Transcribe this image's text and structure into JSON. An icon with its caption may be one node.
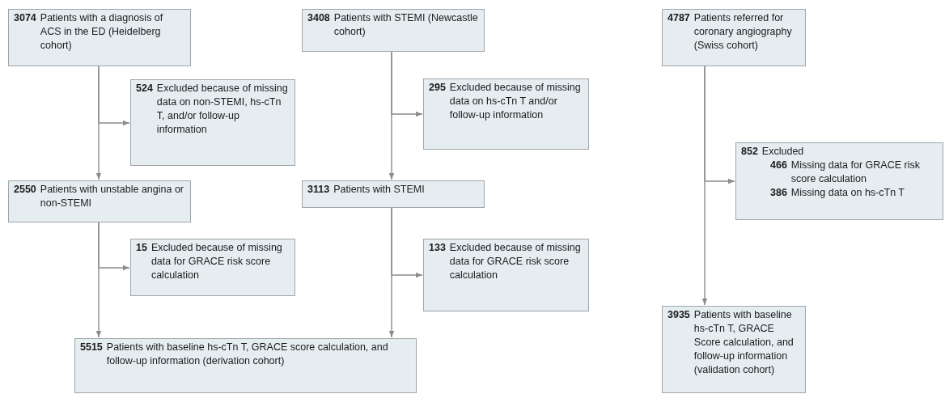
{
  "diagram": {
    "nodes": [
      {
        "text": [
          "3074",
          "Patients with a diagnosis of ACS in the ED (Heidelberg cohort)"
        ]
      },
      {
        "text": [
          "524",
          "Excluded because of missing data on non-STEMI, hs-cTn T, and/or follow-up information"
        ]
      },
      {
        "text": [
          "2550",
          "Patients with unstable angina or non-STEMI"
        ]
      },
      {
        "text": [
          "15",
          "Excluded because of missing data for GRACE risk score calculation"
        ]
      },
      {
        "text": [
          "3408",
          "Patients with STEMI (Newcastle cohort)"
        ]
      },
      {
        "text": [
          "295",
          "Excluded because of missing data on hs-cTn T and/or follow-up information"
        ]
      },
      {
        "text": [
          "3113",
          "Patients with STEMI"
        ]
      },
      {
        "text": [
          "133",
          "Excluded because of missing data for GRACE risk score calculation"
        ]
      },
      {
        "text": [
          "5515",
          "Patients with baseline hs-cTn T, GRACE score calculation, and follow-up information (derivation cohort)"
        ]
      },
      {
        "text": [
          "4787",
          "Patients referred for coronary angiography (Swiss cohort)"
        ]
      },
      {
        "text": [
          "852",
          "Excluded",
          "466",
          "Missing data for GRACE risk score calculation",
          "386",
          "Missing data on hs-cTn T"
        ]
      },
      {
        "text": [
          "3935",
          "Patients with baseline hs-cTn T, GRACE Score calculation, and follow-up information (validation cohort)"
        ]
      }
    ],
    "edges": [
      {
        "from": 0,
        "to": 1,
        "arrow": "to"
      },
      {
        "from": 0,
        "to": 2,
        "arrow": "to"
      },
      {
        "from": 2,
        "to": 3,
        "arrow": "to"
      },
      {
        "from": 2,
        "to": 8,
        "arrow": "to"
      },
      {
        "from": 4,
        "to": 5,
        "arrow": "to"
      },
      {
        "from": 4,
        "to": 6,
        "arrow": "to"
      },
      {
        "from": 6,
        "to": 7,
        "arrow": "to"
      },
      {
        "from": 6,
        "to": 8,
        "arrow": "to"
      },
      {
        "from": 9,
        "to": 10,
        "arrow": "to"
      },
      {
        "from": 9,
        "to": 11,
        "arrow": "to"
      }
    ]
  }
}
